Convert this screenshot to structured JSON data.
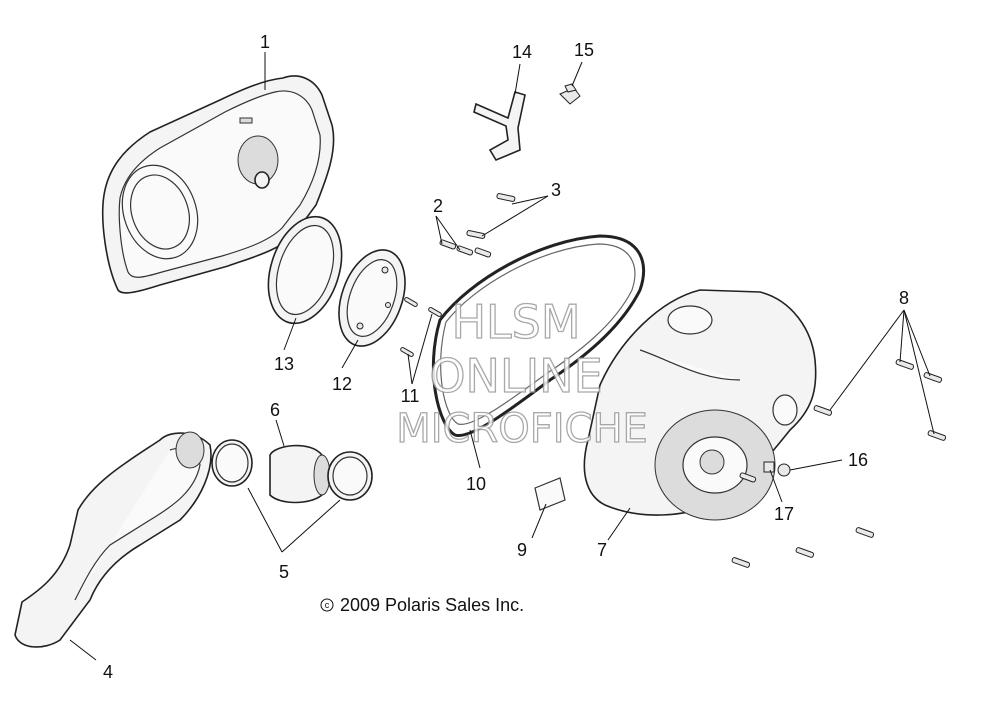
{
  "callouts": [
    "1",
    "2",
    "3",
    "4",
    "5",
    "6",
    "7",
    "8",
    "9",
    "10",
    "11",
    "12",
    "13",
    "14",
    "15",
    "16",
    "17"
  ],
  "copyright": "2009 Polaris Sales Inc.",
  "copyright_symbol": "c",
  "watermark": {
    "line1": "HLSM",
    "line2": "ONLINE",
    "line3": "MICROFICHE"
  }
}
